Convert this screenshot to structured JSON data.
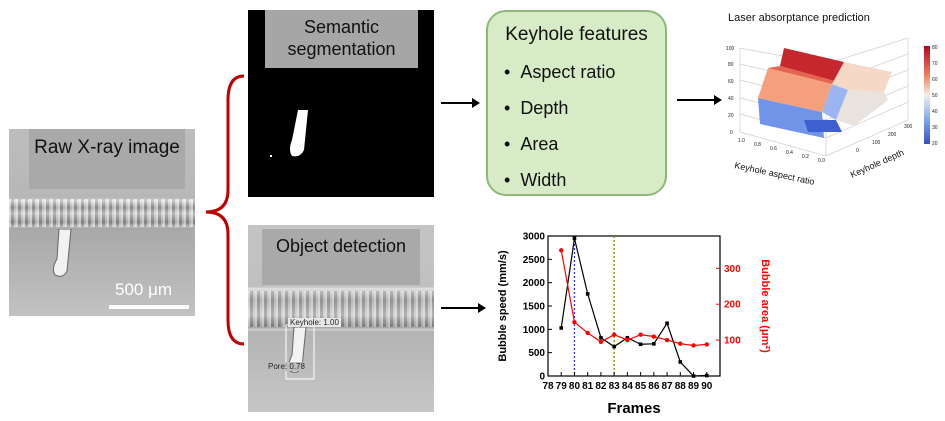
{
  "raw_panel": {
    "label": "Raw X-ray image",
    "scale_bar": "500 μm"
  },
  "segmentation": {
    "label": "Semantic segmentation"
  },
  "detection": {
    "label": "Object detection",
    "keyhole_tag": "Keyhole: 1.00",
    "pore_tag": "Pore: 0.78"
  },
  "features": {
    "title": "Keyhole features",
    "items": [
      "Aspect ratio",
      "Depth",
      "Area",
      "Width"
    ]
  },
  "plot3d": {
    "title": "Laser absorptance prediction",
    "xlabel": "Keyhole aspect ratio",
    "ylabel": "Keyhole depth",
    "z_ticks": [
      "0",
      "20",
      "40",
      "60",
      "80",
      "100"
    ],
    "x_ticks": [
      "1.0",
      "0.8",
      "0.6",
      "0.4",
      "0.2",
      "0.0"
    ],
    "y_ticks": [
      "0",
      "100",
      "200",
      "300"
    ],
    "colorbar_ticks": [
      "80",
      "70",
      "60",
      "50",
      "40",
      "30",
      "20"
    ]
  },
  "chart_data": {
    "type": "line",
    "x": [
      79,
      80,
      81,
      82,
      83,
      84,
      85,
      86,
      87,
      88,
      89,
      90
    ],
    "xlabel": "Frames",
    "xlim": [
      78,
      91
    ],
    "x_ticks": [
      "78",
      "79",
      "80",
      "81",
      "82",
      "83",
      "84",
      "85",
      "86",
      "87",
      "88",
      "89",
      "90"
    ],
    "series": [
      {
        "name": "Bubble speed (mm/s)",
        "axis": "left",
        "color": "#000000",
        "values": [
          1030,
          2950,
          1760,
          820,
          630,
          820,
          680,
          690,
          1130,
          300,
          0,
          10
        ]
      },
      {
        "name": "Bubble area (μm²)",
        "axis": "right",
        "color": "#ff0000",
        "values": [
          350,
          150,
          120,
          95,
          115,
          100,
          115,
          110,
          100,
          90,
          85,
          88
        ]
      }
    ],
    "ylabel_left": "Bubble speed (mm/s)",
    "ylim_left": [
      0,
      3000
    ],
    "y_ticks_left": [
      "0",
      "500",
      "1000",
      "1500",
      "2000",
      "2500",
      "3000"
    ],
    "ylabel_right": "Bubble area (μm²)",
    "ylim_right": [
      0,
      390
    ],
    "y_ticks_right": [
      "100",
      "200",
      "300"
    ],
    "vlines": [
      {
        "x": 80,
        "color": "#3333cc"
      },
      {
        "x": 83,
        "color": "#8a8a00"
      }
    ]
  }
}
